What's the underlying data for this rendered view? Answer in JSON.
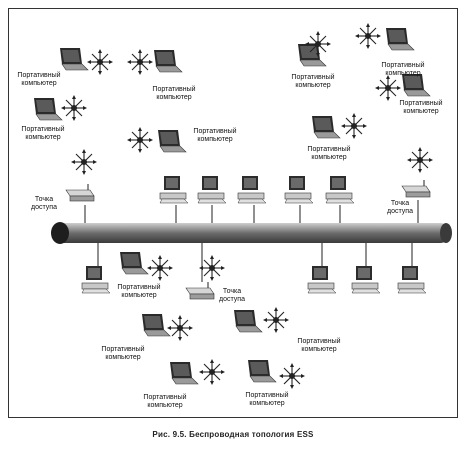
{
  "diagram": {
    "laptop_label_1": "Портативный",
    "laptop_label_2": "компьютер",
    "ap_label_1": "Точка",
    "ap_label_2": "доступа",
    "caption": "Рис. 9.5. Беспроводная топология ESS"
  },
  "icons": [
    "laptop-icon",
    "wireless-signal-icon",
    "desktop-computer-icon",
    "access-point-icon",
    "network-backbone-cable"
  ]
}
